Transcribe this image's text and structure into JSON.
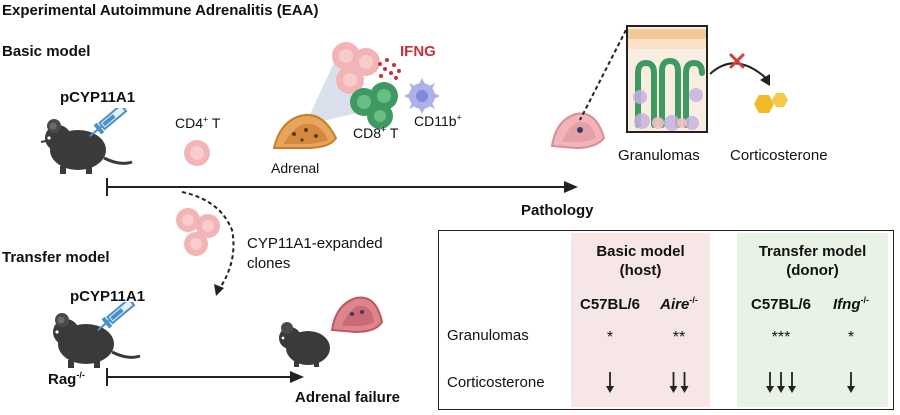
{
  "title": "Experimental Autoimmune Adrenalitis (EAA)",
  "basic_model": {
    "label": "Basic model",
    "antigen": "pCYP11A1",
    "cd4_label": "CD4",
    "cd4_sup": "+",
    "cd4_suffix": " T",
    "adrenal": "Adrenal",
    "ifng": "IFNG",
    "cd8_label": "CD8",
    "cd8_sup": "+",
    "cd8_suffix": " T",
    "cd11b_label": "CD11b",
    "cd11b_sup": "+",
    "pathology": "Pathology",
    "granulomas": "Granulomas",
    "corticosterone": "Corticosterone"
  },
  "transfer_model": {
    "label": "Transfer model",
    "clones_line1": "CYP11A1-expanded",
    "clones_line2": "clones",
    "antigen": "pCYP11A1",
    "rag": "Rag",
    "rag_sup": "-/-",
    "outcome": "Adrenal failure"
  },
  "table": {
    "group1_line1": "Basic model",
    "group1_line2": "(host)",
    "group2_line1": "Transfer model",
    "group2_line2": "(donor)",
    "col1": "C57BL/6",
    "col2": "Aire",
    "col2_sup": "-/-",
    "col3": "C57BL/6",
    "col4": "Ifng",
    "col4_sup": "-/-",
    "row1_label": "Granulomas",
    "row2_label": "Corticosterone",
    "row1_values": [
      "*",
      "**",
      "***",
      "*"
    ],
    "row2_arrow_counts": [
      1,
      2,
      3,
      1
    ]
  },
  "colors": {
    "ifng": "#c8313a",
    "t_cell_pink": "#f2b4b4",
    "cd8_green": "#3f9a62",
    "cd11b_lavender": "#aeb1e8",
    "adrenal_orange": "#e8a45a",
    "pink_column": "#f6e7e6",
    "green_column": "#e9f3e5",
    "mouse": "#3a3a3a",
    "syringe": "#4a90c8",
    "corticosterone_yellow": "#f2b825",
    "inhibit_red": "#d63b3b"
  }
}
